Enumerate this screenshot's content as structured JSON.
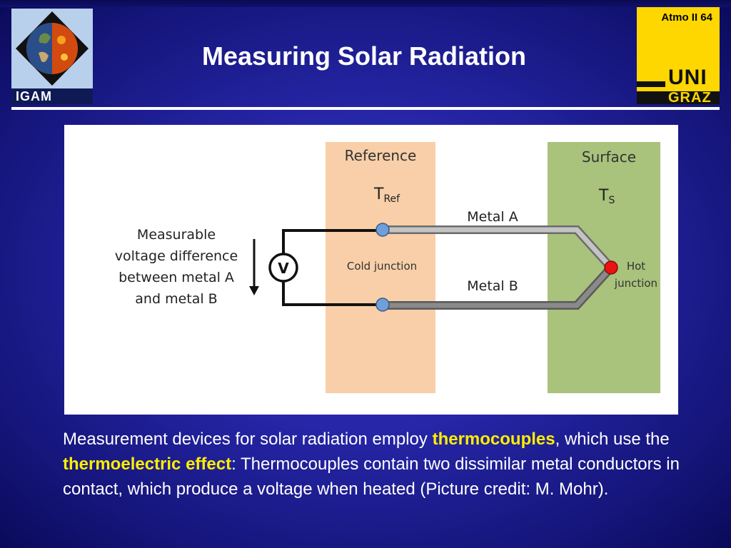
{
  "header": {
    "slide_number": "Atmo II 64",
    "title": "Measuring Solar Radiation",
    "left_logo": {
      "text": "IGAM",
      "icon": "earth-sun-diamond-icon"
    },
    "right_logo": {
      "line1": "UNI",
      "line2": "GRAZ",
      "icon": "uni-graz-logo"
    }
  },
  "diagram": {
    "reference_label": "Reference",
    "t_ref_main": "T",
    "t_ref_sub": "Ref",
    "cold_junction": "Cold junction",
    "surface_label": "Surface",
    "t_s_main": "T",
    "t_s_sub": "S",
    "metal_a": "Metal A",
    "metal_b": "Metal B",
    "hot_junction_line1": "Hot",
    "hot_junction_line2": "junction",
    "voltmeter": "V",
    "measurable_lines": [
      "Measurable",
      "voltage difference",
      "between metal A",
      "and metal B"
    ],
    "colors": {
      "reference_panel": "#f8cfa8",
      "surface_panel": "#a9c27c",
      "cold_junction_dot": "#6f9fd8",
      "hot_junction_dot": "#ee1111",
      "metal_a_wire": "#bdbdbd",
      "metal_b_wire": "#808080"
    }
  },
  "body": {
    "p1": "Measurement devices for solar radiation employ ",
    "h1": "thermocouples",
    "p2": ", which use  the ",
    "h2": "thermoelectric effect",
    "p3": ": Thermocouples contain two dissimilar metal conductors in contact, which produce a voltage when heated (Picture credit: M. Mohr)."
  }
}
